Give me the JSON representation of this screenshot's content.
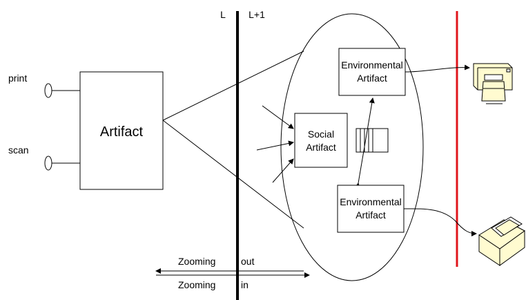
{
  "layers": {
    "left": "L",
    "right": "L+1"
  },
  "ports": {
    "print": "print",
    "scan": "scan"
  },
  "artifact": "Artifact",
  "social": {
    "line1": "Social",
    "line2": "Artifact"
  },
  "env_top": {
    "line1": "Environmental",
    "line2": "Artifact"
  },
  "env_bottom": {
    "line1": "Environmental",
    "line2": "Artifact"
  },
  "zoom": {
    "out_left": "Zooming",
    "out_right": "out",
    "in_left": "Zooming",
    "in_right": "in"
  },
  "colors": {
    "boundary": "#e0141b",
    "device_fill": "#fffbd0",
    "ink": "#000000"
  },
  "icons": [
    "printer-icon",
    "scanner-icon"
  ]
}
